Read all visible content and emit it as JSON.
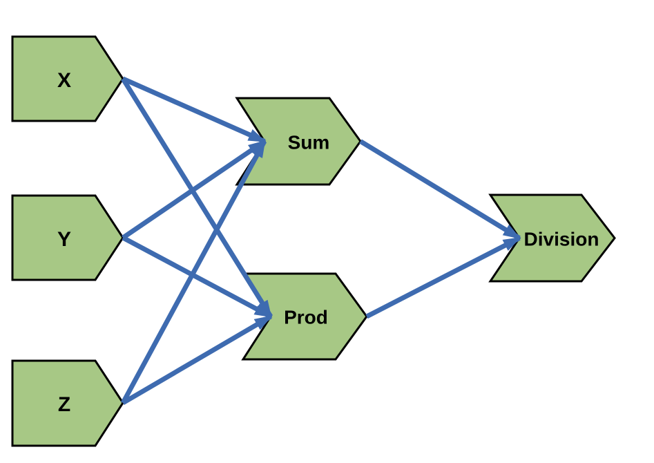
{
  "diagram": {
    "type": "dataflow-graph",
    "background_color": "#ffffff",
    "node_fill_color": "#a7c885",
    "node_border_color": "#000000",
    "edge_color": "#3e6bb0",
    "nodes": [
      {
        "id": "x",
        "label": "X",
        "shape": "pentagon",
        "role": "input"
      },
      {
        "id": "y",
        "label": "Y",
        "shape": "pentagon",
        "role": "input"
      },
      {
        "id": "z",
        "label": "Z",
        "shape": "pentagon",
        "role": "input"
      },
      {
        "id": "sum",
        "label": "Sum",
        "shape": "chevron",
        "role": "operation"
      },
      {
        "id": "prod",
        "label": "Prod",
        "shape": "chevron",
        "role": "operation"
      },
      {
        "id": "division",
        "label": "Division",
        "shape": "chevron",
        "role": "operation"
      }
    ],
    "edges": [
      {
        "from": "x",
        "to": "sum"
      },
      {
        "from": "x",
        "to": "prod"
      },
      {
        "from": "y",
        "to": "sum"
      },
      {
        "from": "y",
        "to": "prod"
      },
      {
        "from": "z",
        "to": "sum"
      },
      {
        "from": "z",
        "to": "prod"
      },
      {
        "from": "sum",
        "to": "division"
      },
      {
        "from": "prod",
        "to": "division"
      }
    ]
  }
}
